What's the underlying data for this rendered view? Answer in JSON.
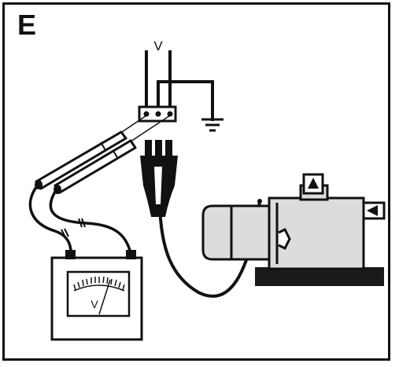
{
  "figure": {
    "panel_letter": "E",
    "supply_label": "V",
    "meter_label": "V"
  },
  "colors": {
    "ink": "#111111",
    "background": "#ffffff",
    "motor_fill": "#dcdcdc",
    "base_fill": "#1a1a1a"
  },
  "icons": [
    "ground-icon",
    "rotation-arrow-icon",
    "direction-arrow-icon"
  ]
}
